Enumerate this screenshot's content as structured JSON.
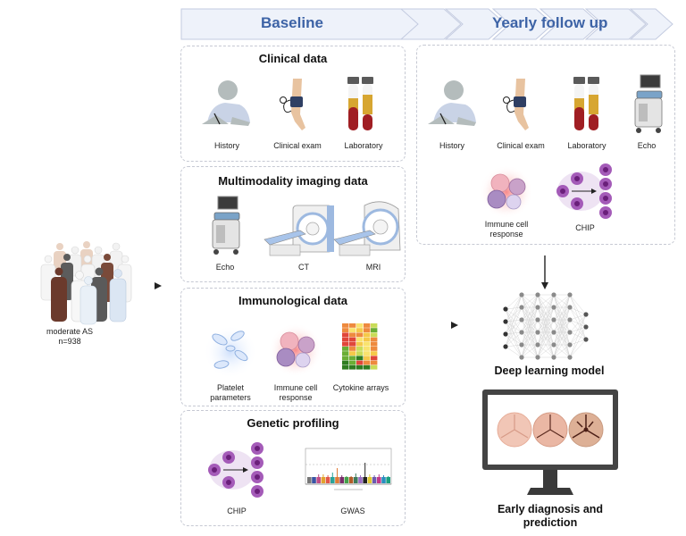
{
  "timeline": {
    "baseline_label": "Baseline",
    "followup_label": "Yearly follow up",
    "fill_color": "#eef2fa",
    "text_color": "#3d63a6"
  },
  "cohort": {
    "label_line1": "moderate AS",
    "label_line2": "n=938",
    "icon": "people-group-icon"
  },
  "baseline": {
    "clinical": {
      "title": "Clinical data",
      "items": [
        {
          "label": "History",
          "icon": "patient-writing-icon"
        },
        {
          "label": "Clinical exam",
          "icon": "blood-pressure-cuff-icon"
        },
        {
          "label": "Laboratory",
          "icon": "blood-tubes-icon"
        }
      ]
    },
    "imaging": {
      "title": "Multimodality imaging data",
      "items": [
        {
          "label": "Echo",
          "icon": "ultrasound-machine-icon"
        },
        {
          "label": "CT",
          "icon": "ct-scanner-icon"
        },
        {
          "label": "MRI",
          "icon": "mri-scanner-icon"
        }
      ]
    },
    "immunological": {
      "title": "Immunological data",
      "items": [
        {
          "label": "Platelet parameters",
          "line1": "Platelet",
          "line2": "parameters",
          "icon": "platelets-icon"
        },
        {
          "label": "Immune cell response",
          "line1": "Immune cell",
          "line2": "response",
          "icon": "immune-cells-icon"
        },
        {
          "label": "Cytokine arrays",
          "icon": "heatmap-icon"
        }
      ]
    },
    "genetic": {
      "title": "Genetic profiling",
      "items": [
        {
          "label": "CHIP",
          "icon": "clonal-hematopoiesis-icon"
        },
        {
          "label": "GWAS",
          "icon": "manhattan-plot-icon"
        }
      ]
    }
  },
  "followup": {
    "items": [
      {
        "label": "History",
        "icon": "patient-writing-icon"
      },
      {
        "label": "Clinical exam",
        "icon": "blood-pressure-cuff-icon"
      },
      {
        "label": "Laboratory",
        "icon": "blood-tubes-icon"
      },
      {
        "label": "Echo",
        "icon": "ultrasound-machine-icon"
      },
      {
        "label": "Immune cell response",
        "line1": "Immune cell",
        "line2": "response",
        "icon": "immune-cells-icon"
      },
      {
        "label": "CHIP",
        "icon": "clonal-hematopoiesis-icon"
      }
    ]
  },
  "model": {
    "label": "Deep learning model",
    "icon": "neural-network-icon"
  },
  "output": {
    "label_line1": "Early diagnosis and",
    "label_line2": "prediction",
    "icon": "monitor-aortic-valves-icon",
    "valve_stages": [
      "normal",
      "moderate",
      "severe"
    ]
  }
}
